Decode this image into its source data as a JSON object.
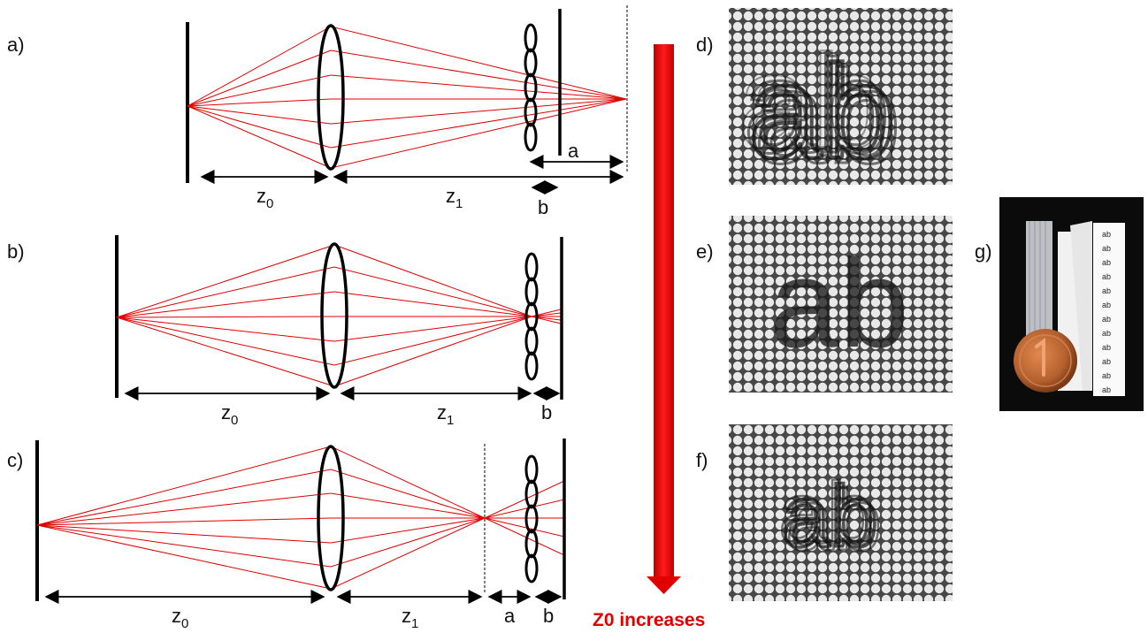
{
  "panels": {
    "a": {
      "label": "a)"
    },
    "b": {
      "label": "b)"
    },
    "c": {
      "label": "c)"
    },
    "d": {
      "label": "d)",
      "text": "ab"
    },
    "e": {
      "label": "e)",
      "text": "ab"
    },
    "f": {
      "label": "f)",
      "text": "ab"
    },
    "g": {
      "label": "g)",
      "strip_text": "ab"
    }
  },
  "dimensions": {
    "z": "z",
    "z0_sub": "0",
    "z1_sub": "1",
    "a": "a",
    "b": "b"
  },
  "trend_arrow": {
    "text": "Z0 increases",
    "color": "#e00000"
  },
  "colors": {
    "ray": "#e00000",
    "optics": "#000000",
    "photo_bg": "#0b0b0b",
    "coin": "#b5612e"
  }
}
